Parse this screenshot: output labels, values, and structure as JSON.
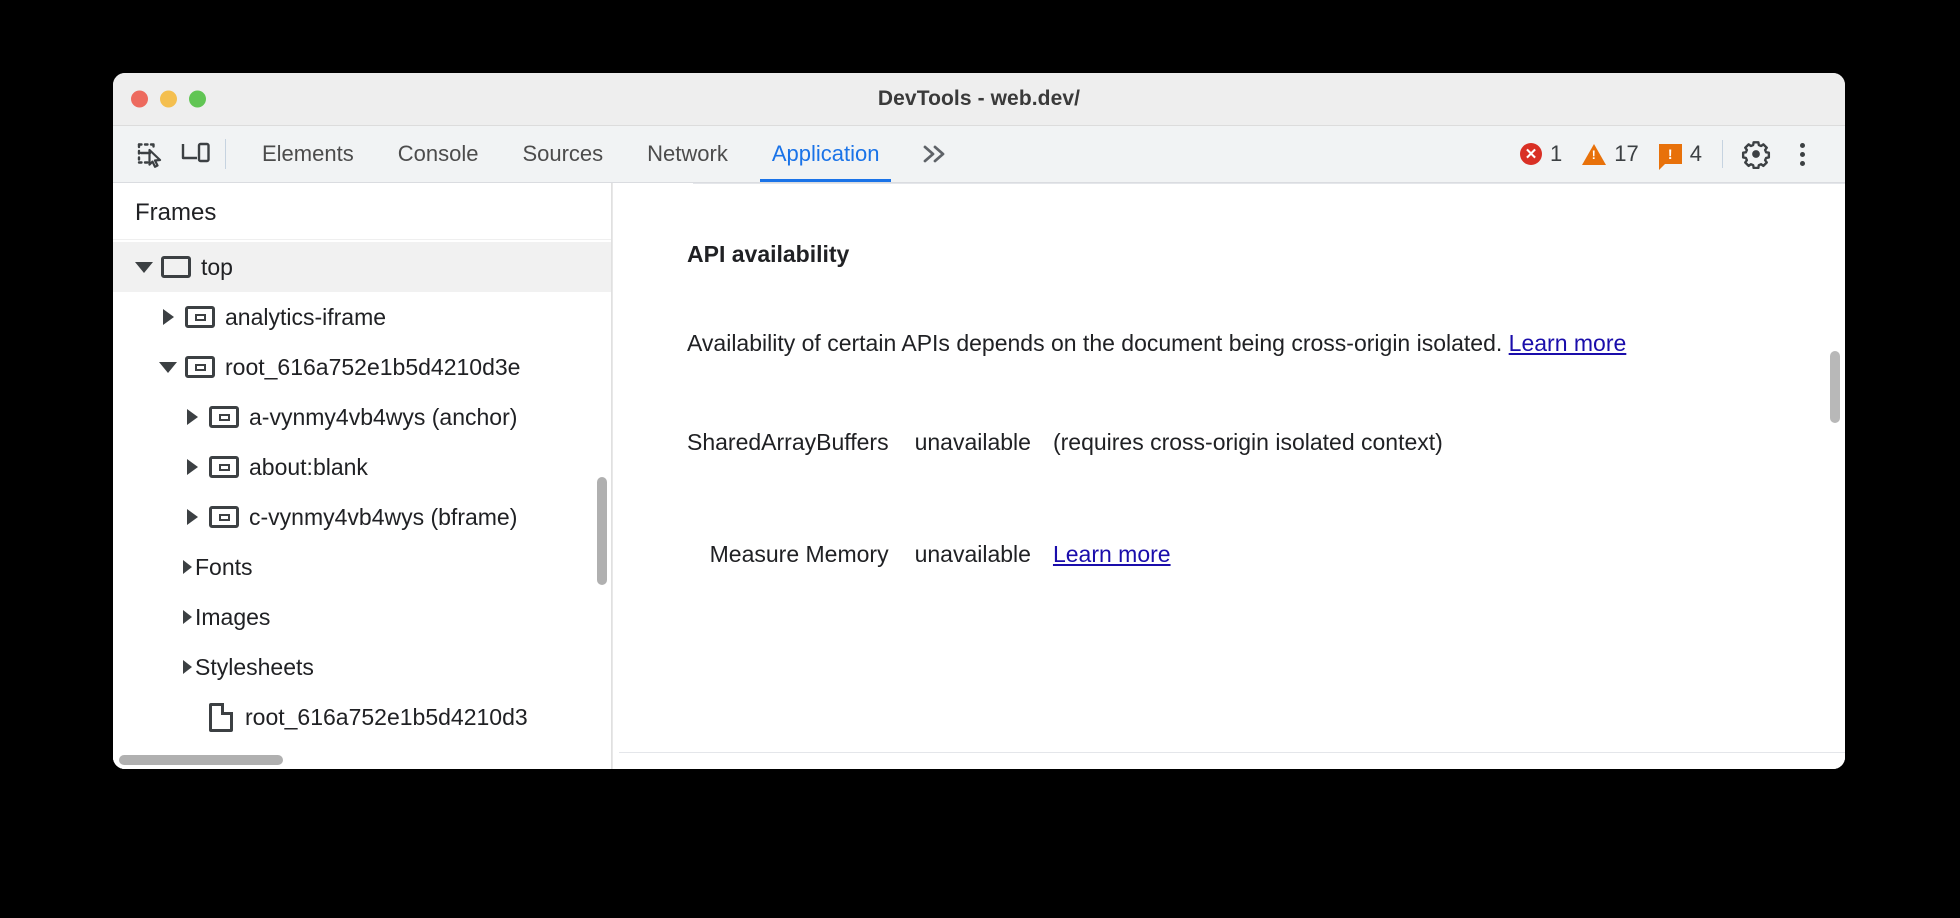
{
  "window": {
    "title": "DevTools - web.dev/",
    "traffic_lights": [
      "close",
      "minimize",
      "maximize"
    ]
  },
  "toolbar": {
    "inspect_icon": "inspect-element-icon",
    "device_icon": "device-toolbar-icon",
    "tabs": [
      {
        "label": "Elements",
        "active": false
      },
      {
        "label": "Console",
        "active": false
      },
      {
        "label": "Sources",
        "active": false
      },
      {
        "label": "Network",
        "active": false
      },
      {
        "label": "Application",
        "active": true
      }
    ],
    "more_tabs": "»",
    "counters": {
      "errors": "1",
      "warnings": "17",
      "issues": "4",
      "error_glyph": "✕",
      "issue_glyph": "!"
    },
    "settings_icon": "gear-icon",
    "menu_icon": "kebab-menu-icon",
    "accent_color": "#1a73e8",
    "error_color": "#d93025",
    "warning_color": "#e8710a"
  },
  "sidebar": {
    "header": "Frames",
    "tree": [
      {
        "label": "top",
        "icon": "frame-top-icon",
        "twisty": "down",
        "indent": 0,
        "selected": true
      },
      {
        "label": "analytics-iframe",
        "icon": "frame-icon",
        "twisty": "right",
        "indent": 1,
        "selected": false
      },
      {
        "label": "root_616a752e1b5d4210d3e",
        "icon": "frame-icon",
        "twisty": "down",
        "indent": 1,
        "selected": false
      },
      {
        "label": "a-vynmy4vb4wys (anchor)",
        "icon": "frame-icon",
        "twisty": "right",
        "indent": 2,
        "selected": false
      },
      {
        "label": "about:blank",
        "icon": "frame-icon",
        "twisty": "right",
        "indent": 2,
        "selected": false
      },
      {
        "label": "c-vynmy4vb4wys (bframe)",
        "icon": "frame-icon",
        "twisty": "right",
        "indent": 2,
        "selected": false
      },
      {
        "label": "Fonts",
        "icon": "none",
        "twisty": "right",
        "indent": 1.5,
        "selected": false
      },
      {
        "label": "Images",
        "icon": "none",
        "twisty": "right",
        "indent": 1.5,
        "selected": false
      },
      {
        "label": "Stylesheets",
        "icon": "none",
        "twisty": "right",
        "indent": 1.5,
        "selected": false
      },
      {
        "label": "root_616a752e1b5d4210d3",
        "icon": "document-icon",
        "twisty": "none",
        "indent": 2,
        "selected": false
      }
    ]
  },
  "main": {
    "section_title": "API availability",
    "paragraph_part1": "Availability of certain APIs depends on the document being cross-origin isolated. ",
    "paragraph_link": "Learn more",
    "rows": [
      {
        "key": "SharedArrayBuffers",
        "value": "unavailable",
        "note": "(requires cross-origin isolated context)",
        "link": ""
      },
      {
        "key": "Measure Memory",
        "value": "unavailable",
        "note": "",
        "link": "Learn more"
      }
    ]
  }
}
